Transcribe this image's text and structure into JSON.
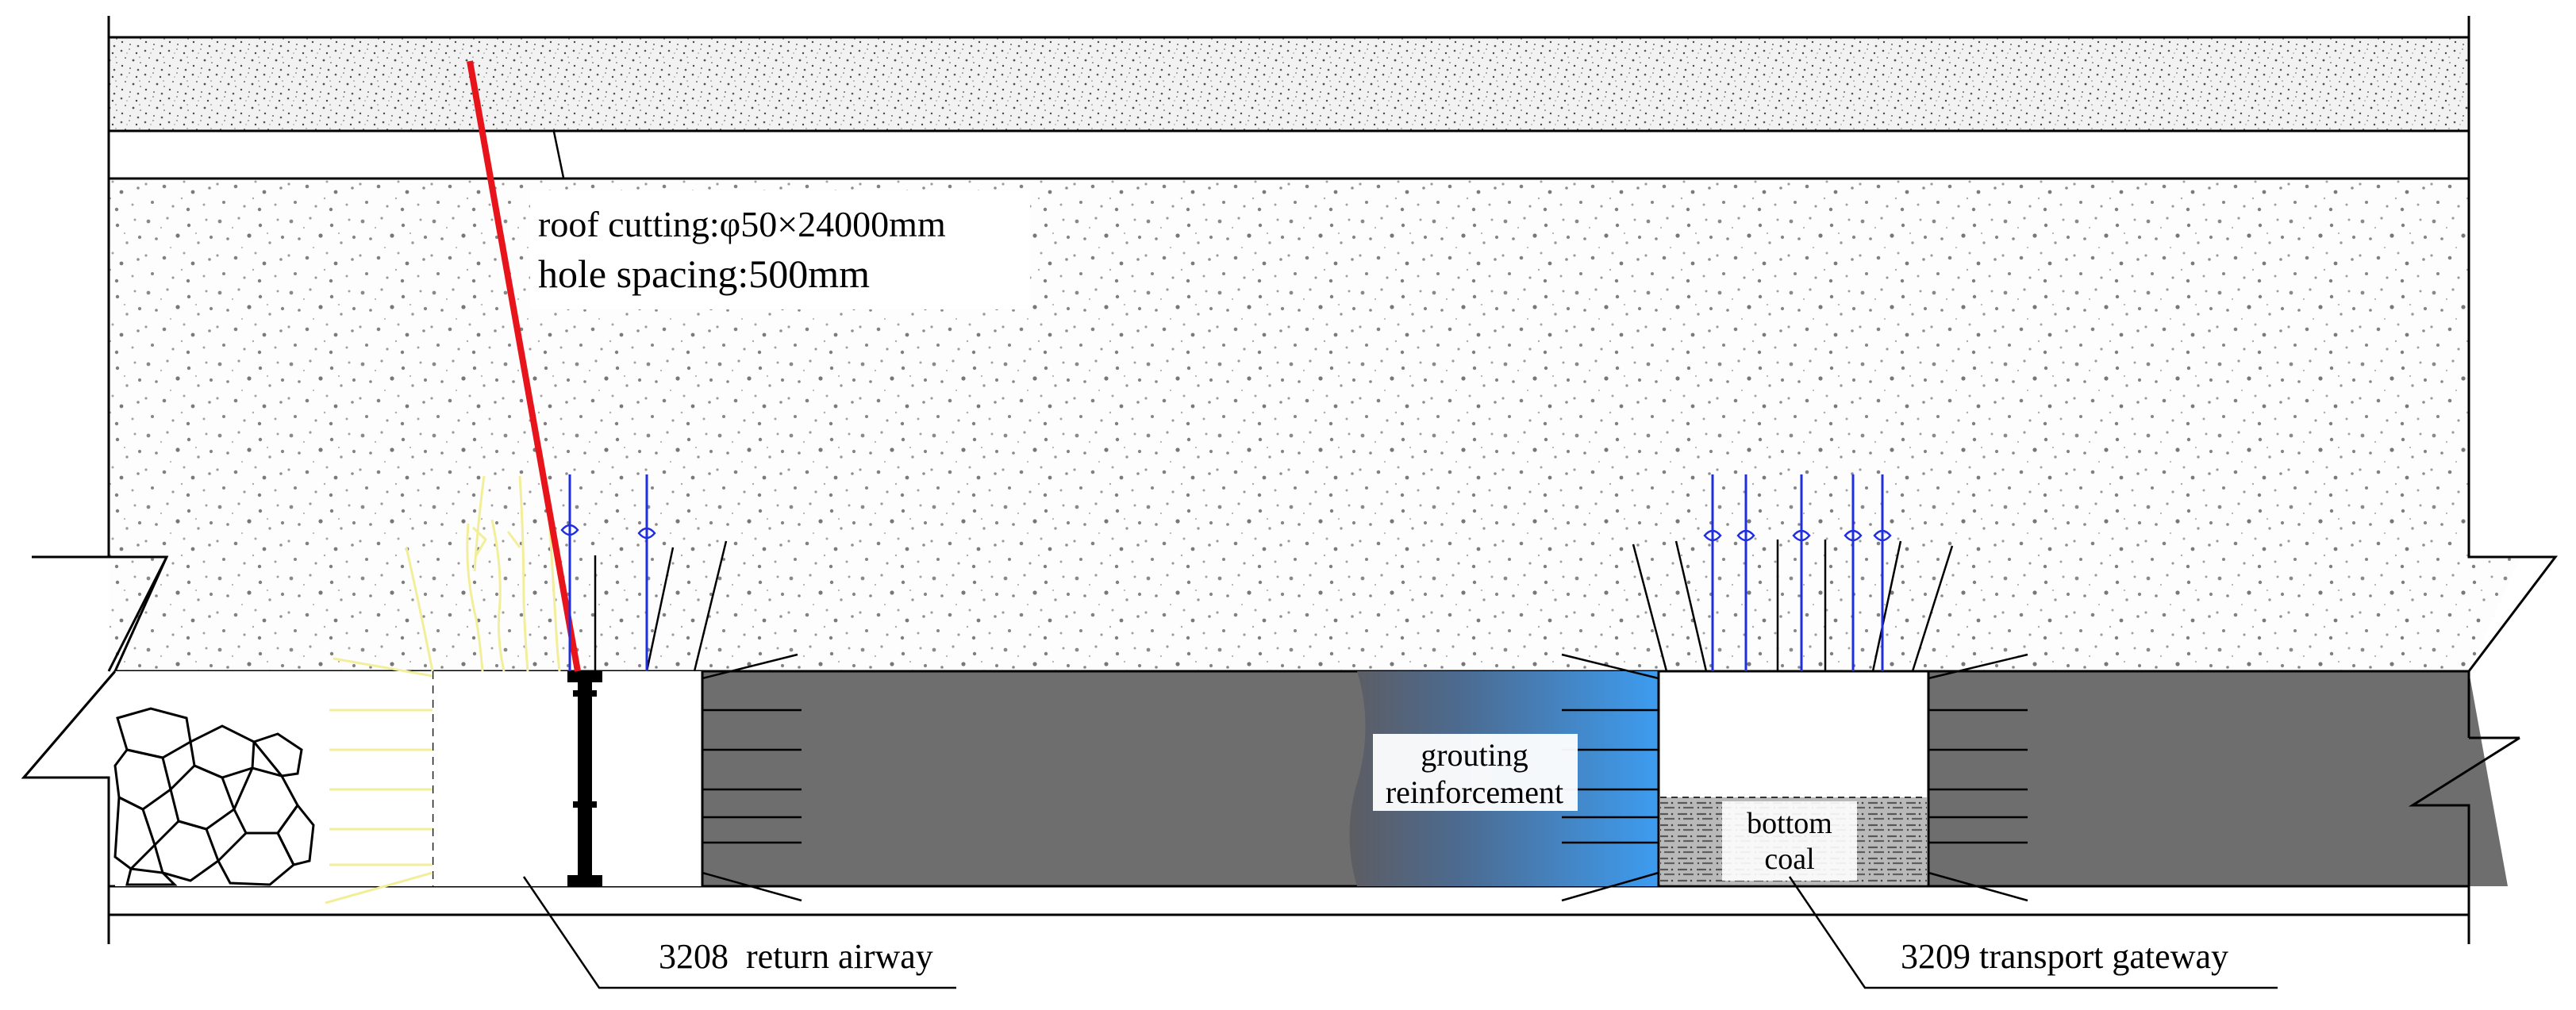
{
  "labels": {
    "roof_cutting": "roof cutting:φ50×24000mm",
    "hole_spacing": "hole spacing:500mm",
    "grouting_line1": "grouting",
    "grouting_line2": "reinforcement",
    "bottom_coal_line1": "bottom",
    "bottom_coal_line2": "coal",
    "return_airway": "3208  return airway",
    "transport_gateway": "3209 transport gateway"
  },
  "colors": {
    "roof_cut_line": "#e8141c",
    "coal_seam": "#6e6e6e",
    "grout_gradient_start": "#5d5d63",
    "grout_gradient_end": "#3d9cf0",
    "cable_bolt": "#1f2fe0",
    "stress_lines": "#f2ee9a",
    "prop": "#000000",
    "rock_speckle": "#8a8a8a"
  }
}
